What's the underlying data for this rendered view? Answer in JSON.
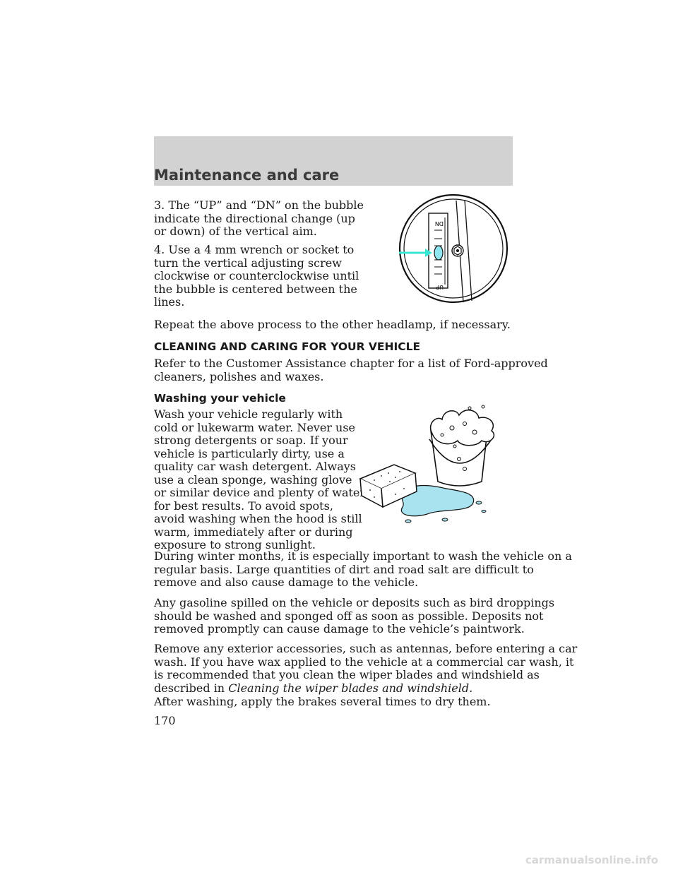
{
  "header": {
    "section_title": "Maintenance and care"
  },
  "content": {
    "p_step3": "3. The “UP” and “DN” on the bubble\nindicate the directional change (up\nor down) of the vertical aim.",
    "p_step4": "4. Use a 4 mm wrench or socket to\nturn the vertical adjusting screw\nclockwise or counterclockwise until\nthe bubble is centered between the\nlines.",
    "p_repeat": "Repeat the above process to the other headlamp, if necessary.",
    "heading_cleaning": "CLEANING AND CARING FOR YOUR VEHICLE",
    "p_refer": "Refer to the Customer Assistance chapter for a list of Ford-approved\ncleaners, polishes and waxes.",
    "heading_washing": "Washing your vehicle",
    "p_wash": "Wash your vehicle regularly with\ncold or lukewarm water. Never use\nstrong detergents or soap. If your\nvehicle is particularly dirty, use a\nquality car wash detergent. Always\nuse a clean sponge, washing glove\nor similar device and plenty of water\nfor best results. To avoid spots,\navoid washing when the hood is still\nwarm, immediately after or during\nexposure to strong sunlight.",
    "p_winter": "During winter months, it is especially important to wash the vehicle on a\nregular basis. Large quantities of dirt and road salt are difficult to\nremove and also cause damage to the vehicle.",
    "p_gasoline": "Any gasoline spilled on the vehicle or deposits such as bird droppings\nshould be washed and sponged off as soon as possible. Deposits not\nremoved promptly can cause damage to the vehicle’s paintwork.",
    "p_accessories_main": "Remove any exterior accessories, such as antennas, before entering a car\nwash. If you have wax applied to the vehicle at a commercial car wash, it\nis recommended that you clean the wiper blades and windshield as\ndescribed in ",
    "p_accessories_ref": "Cleaning the wiper blades and windshield.",
    "p_after": "After washing, apply the brakes several times to dry them."
  },
  "illustration_headlamp": {
    "label_dn": "DN",
    "label_up": "UP",
    "arrow_color": "#39e6d6",
    "bubble_color": "#8fe6f0"
  },
  "illustration_bucket": {
    "water_color": "#a9e3ef"
  },
  "footer": {
    "page_number": "170",
    "watermark": "carmanualsonline.info"
  }
}
